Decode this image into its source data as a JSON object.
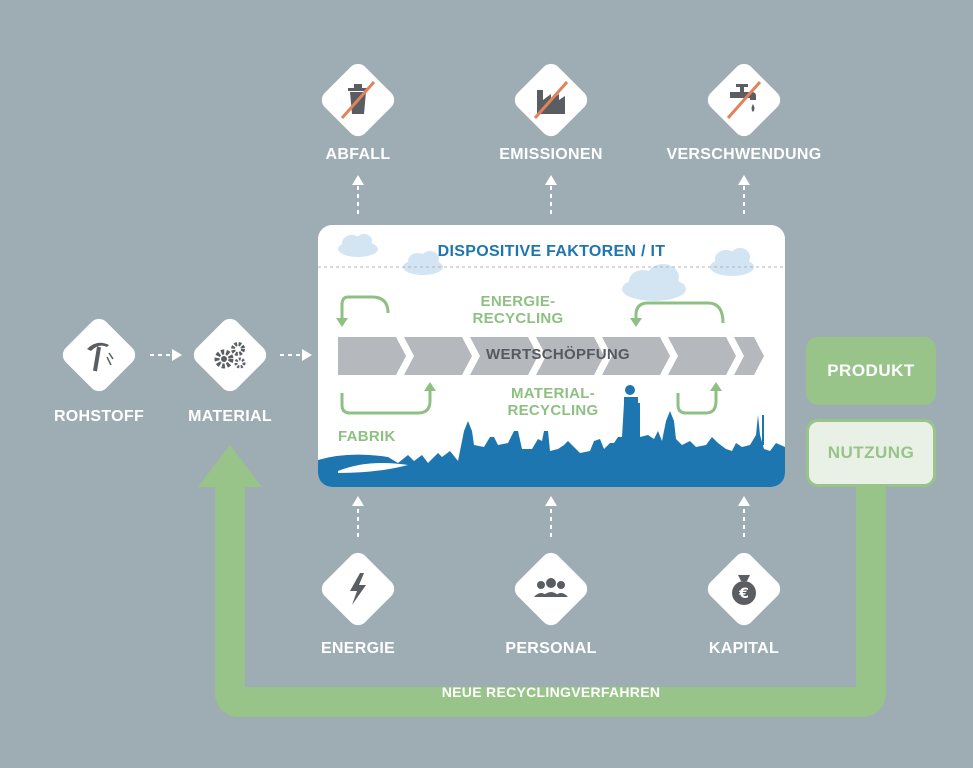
{
  "outputs": [
    {
      "label": "ABFALL",
      "icon": "trash-crossed-icon"
    },
    {
      "label": "EMISSIONEN",
      "icon": "factory-crossed-icon"
    },
    {
      "label": "VERSCHWENDUNG",
      "icon": "faucet-crossed-icon"
    }
  ],
  "inputs": [
    {
      "label": "ENERGIE",
      "icon": "lightning-icon"
    },
    {
      "label": "PERSONAL",
      "icon": "people-icon"
    },
    {
      "label": "KAPITAL",
      "icon": "money-bag-euro-icon"
    }
  ],
  "supply": [
    {
      "label": "ROHSTOFF",
      "icon": "pickaxe-icon"
    },
    {
      "label": "MATERIAL",
      "icon": "gears-icon"
    }
  ],
  "factory": {
    "title": "DISPOSITIVE FAKTOREN / IT",
    "energy_recycling": [
      "ENERGIE-",
      "RECYCLING"
    ],
    "value_chain": "WERTSCHÖPFUNG",
    "material_recycling": [
      "MATERIAL-",
      "RECYCLING"
    ],
    "factory_label": "FABRIK"
  },
  "side": {
    "product": "PRODUKT",
    "usage": "NUTZUNG"
  },
  "loop_label": "NEUE RECYCLINGVERFAHREN",
  "colors": {
    "background": "#9eadb4",
    "green": "#98c48a",
    "blue": "#1d76b0",
    "gray_chain": "#b5b8bc",
    "icon_gray": "#5a5e63",
    "strike": "#e0835a"
  }
}
